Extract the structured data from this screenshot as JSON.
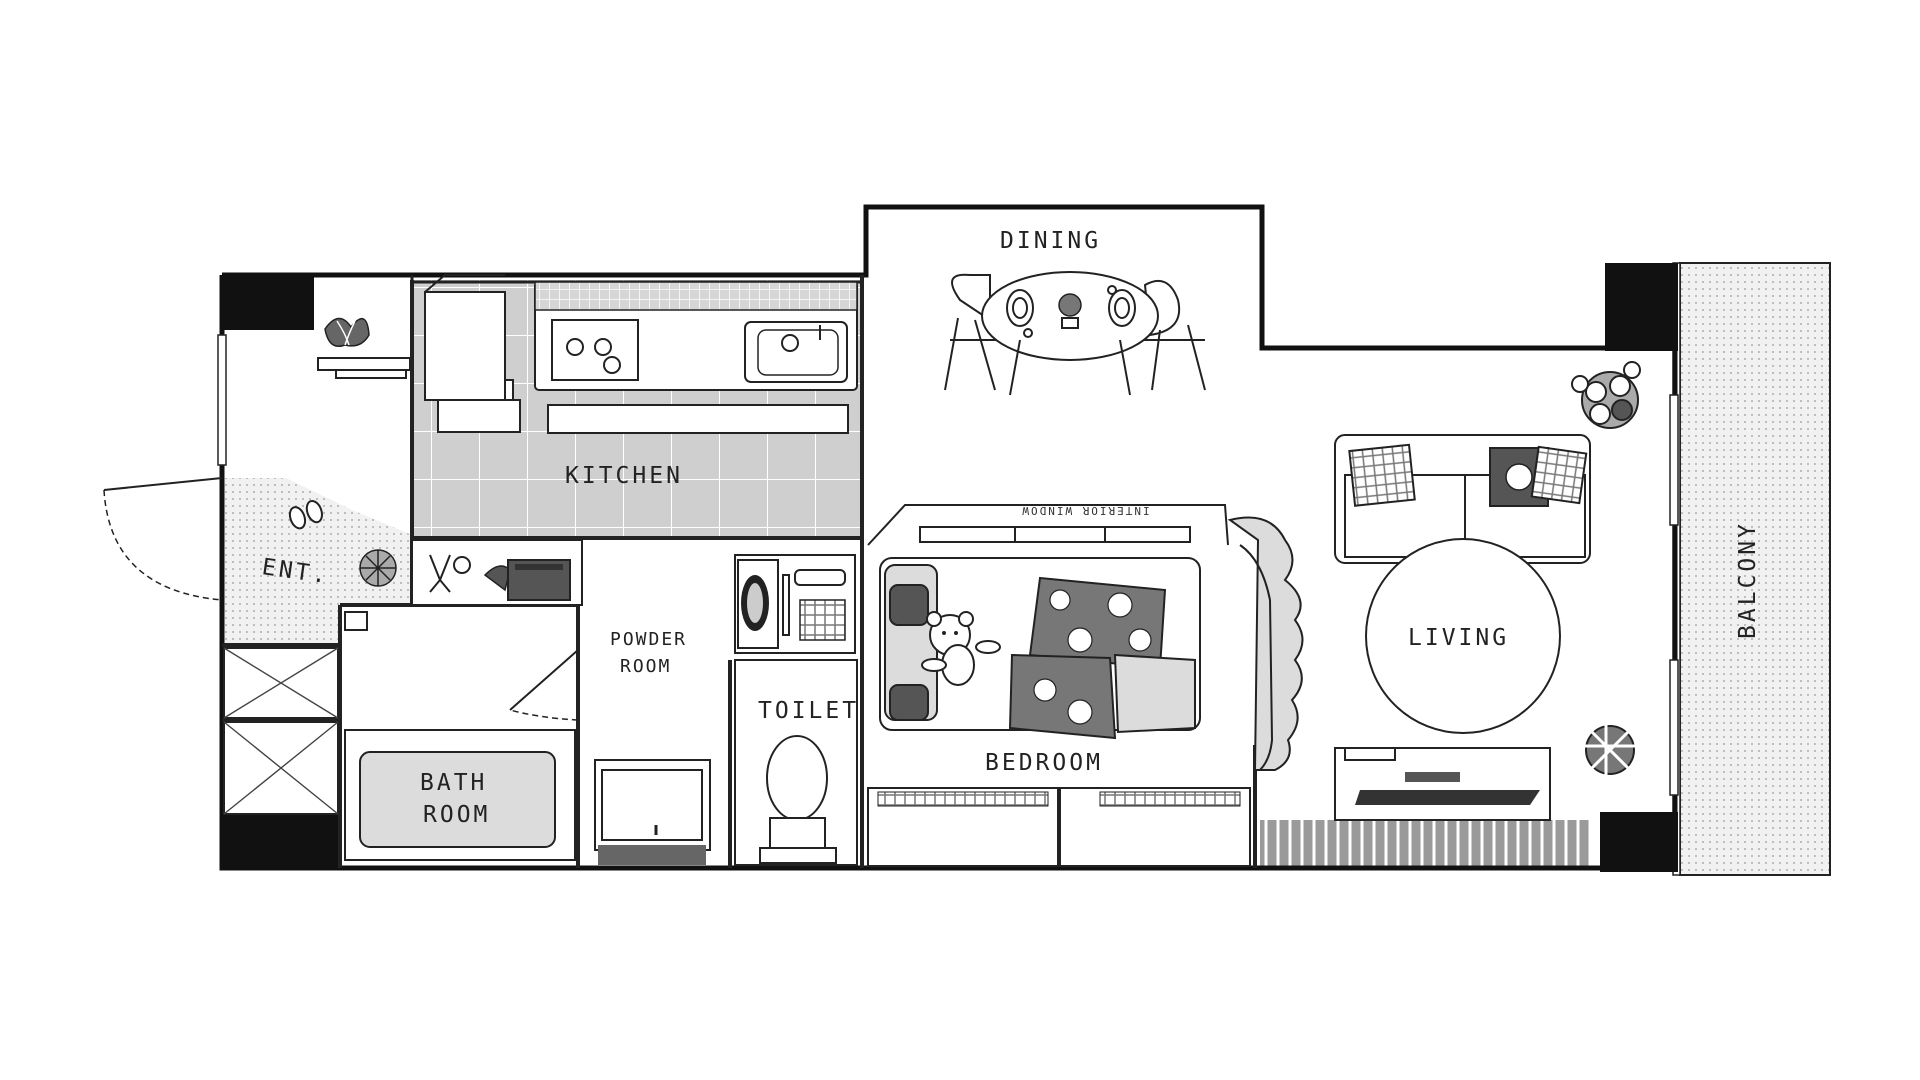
{
  "floor_plan": {
    "rooms": {
      "entrance": "ENT.",
      "kitchen": "KITCHEN",
      "dining": "DINING",
      "powder_room_line1": "POWDER",
      "powder_room_line2": "ROOM",
      "toilet": "TOILET",
      "bath_room_line1": "BATH",
      "bath_room_line2": "ROOM",
      "bedroom": "BEDROOM",
      "living": "LIVING",
      "balcony": "BALCONY"
    },
    "annotations": {
      "interior_window": "INTERIOR WINDOW"
    },
    "colors": {
      "wall": "#111111",
      "floor_tile": "#cfcfcf",
      "fill_grey": "#dcdcdc",
      "dark_fabric": "#555555"
    }
  }
}
